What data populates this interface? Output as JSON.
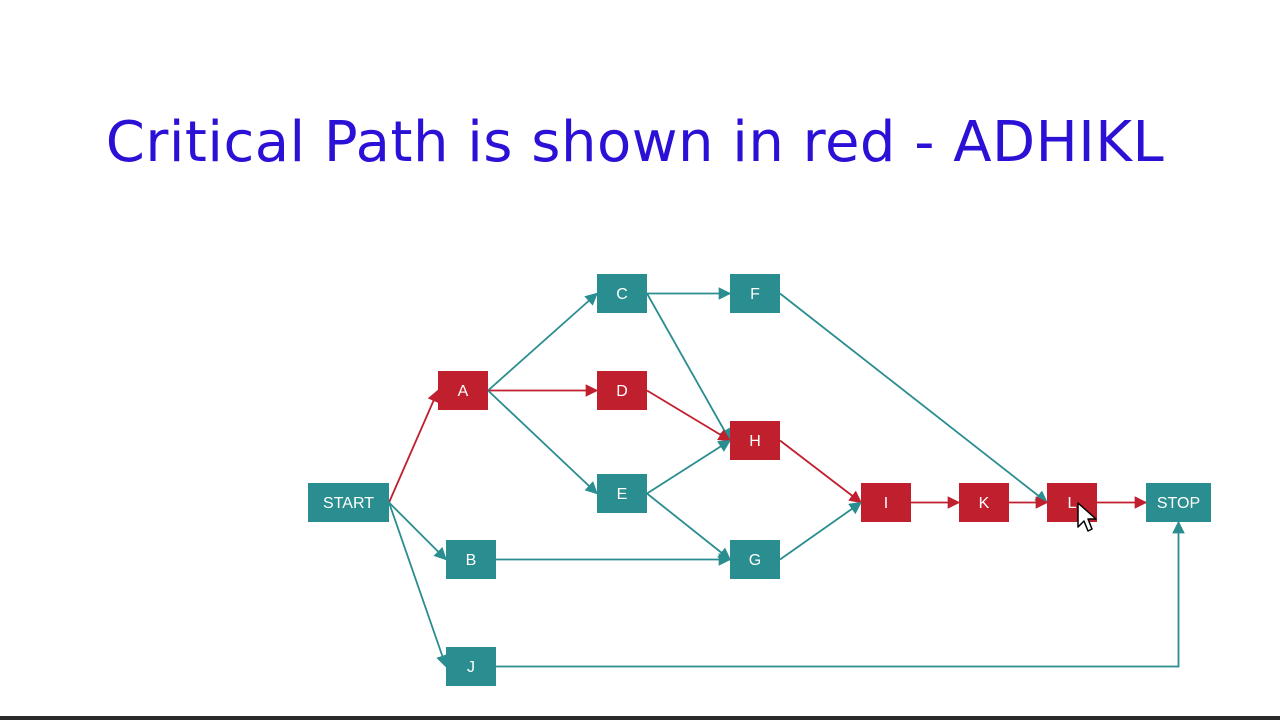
{
  "slide": {
    "title": "Critical Path is shown in red - ADHIKL"
  },
  "colors": {
    "normal": "#2a8d8f",
    "critical": "#c0202e",
    "title": "#2b10d6"
  },
  "nodes": [
    {
      "id": "start",
      "label": "START",
      "critical": false
    },
    {
      "id": "a",
      "label": "A",
      "critical": true
    },
    {
      "id": "b",
      "label": "B",
      "critical": false
    },
    {
      "id": "j",
      "label": "J",
      "critical": false
    },
    {
      "id": "c",
      "label": "C",
      "critical": false
    },
    {
      "id": "d",
      "label": "D",
      "critical": true
    },
    {
      "id": "e",
      "label": "E",
      "critical": false
    },
    {
      "id": "f",
      "label": "F",
      "critical": false
    },
    {
      "id": "h",
      "label": "H",
      "critical": true
    },
    {
      "id": "g",
      "label": "G",
      "critical": false
    },
    {
      "id": "i",
      "label": "I",
      "critical": true
    },
    {
      "id": "k",
      "label": "K",
      "critical": true
    },
    {
      "id": "l",
      "label": "L",
      "critical": true
    },
    {
      "id": "stop",
      "label": "STOP",
      "critical": false
    }
  ],
  "edges": [
    {
      "from": "start",
      "to": "a",
      "critical": true
    },
    {
      "from": "start",
      "to": "b",
      "critical": false
    },
    {
      "from": "start",
      "to": "j",
      "critical": false
    },
    {
      "from": "a",
      "to": "c",
      "critical": false
    },
    {
      "from": "a",
      "to": "d",
      "critical": true
    },
    {
      "from": "a",
      "to": "e",
      "critical": false
    },
    {
      "from": "c",
      "to": "f",
      "critical": false
    },
    {
      "from": "c",
      "to": "h",
      "critical": false
    },
    {
      "from": "d",
      "to": "h",
      "critical": true
    },
    {
      "from": "e",
      "to": "h",
      "critical": false
    },
    {
      "from": "e",
      "to": "g",
      "critical": false
    },
    {
      "from": "b",
      "to": "g",
      "critical": false
    },
    {
      "from": "f",
      "to": "l",
      "critical": false
    },
    {
      "from": "h",
      "to": "i",
      "critical": true
    },
    {
      "from": "g",
      "to": "i",
      "critical": false
    },
    {
      "from": "i",
      "to": "k",
      "critical": true
    },
    {
      "from": "k",
      "to": "l",
      "critical": true
    },
    {
      "from": "l",
      "to": "stop",
      "critical": true
    },
    {
      "from": "j",
      "to": "stop",
      "critical": false
    }
  ]
}
